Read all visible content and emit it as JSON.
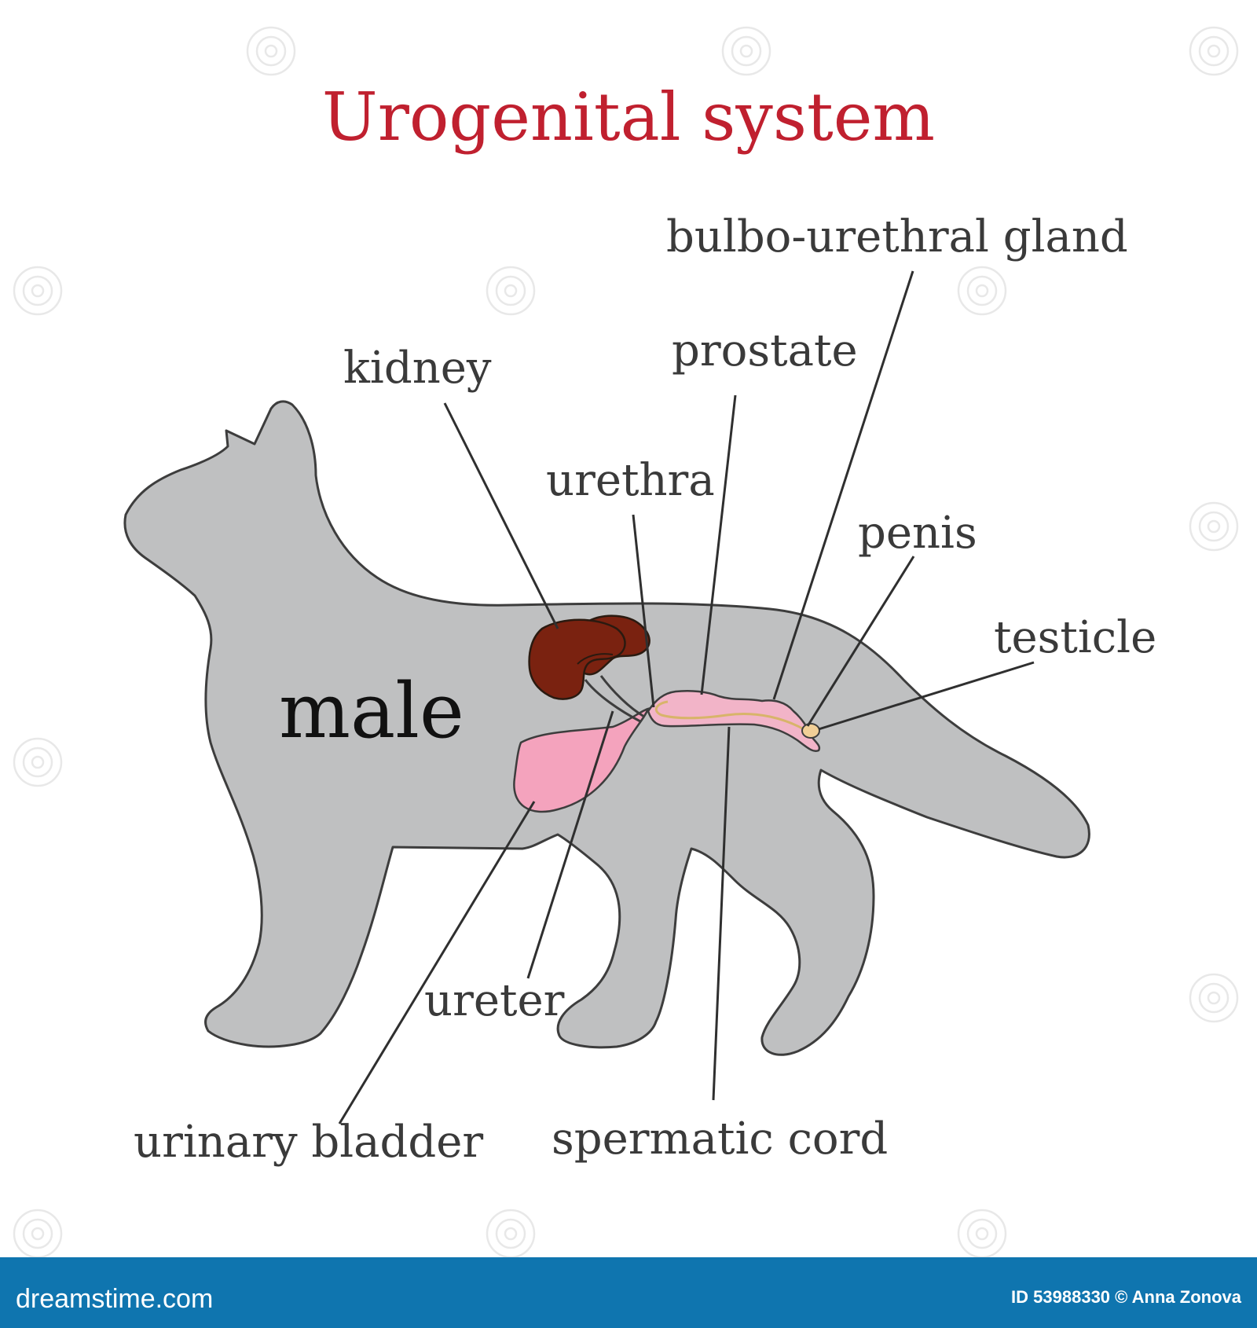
{
  "title": "Urogenital system",
  "sex_label": "male",
  "labels": {
    "bulbo_urethral_gland": "bulbo-urethral gland",
    "kidney": "kidney",
    "prostate": "prostate",
    "urethra": "urethra",
    "penis": "penis",
    "testicle": "testicle",
    "ureter": "ureter",
    "urinary_bladder": "urinary bladder",
    "spermatic_cord": "spermatic cord"
  },
  "footer": {
    "brand": "dreamstime.com",
    "credit": "ID 53988330 © Anna Zonova"
  },
  "colors": {
    "title": "#c0202f",
    "silhouette": "#bfc0c1",
    "outline": "#3d3d3d",
    "kidney": "#7a2210",
    "bladder": "#f4a3bd",
    "urethra": "#f2b4c8",
    "testicle": "#f1cf97",
    "footer_bg": "#0f75af"
  }
}
